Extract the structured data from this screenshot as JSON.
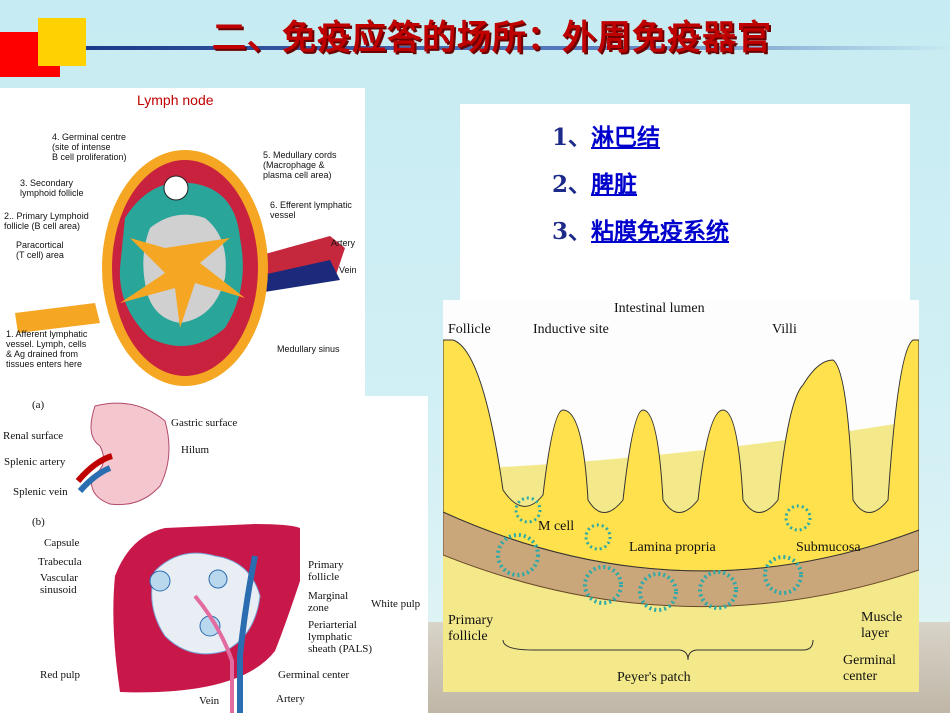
{
  "header": {
    "title": "二、免疫应答的场所：外周免疫器官",
    "title_color": "#c00000"
  },
  "organ_list": [
    {
      "num": "1、",
      "label": "淋巴结"
    },
    {
      "num": "2、",
      "label": "脾脏"
    },
    {
      "num": "3、",
      "label": "粘膜免疫系统"
    }
  ],
  "lymph_node": {
    "title": "Lymph node",
    "labels": {
      "germinal": "4. Germinal centre\n(site of intense\nB cell proliferation)",
      "secondary": "3. Secondary\nlymphoid follicle",
      "primary": "2.. Primary Lymphoid\nfollicle (B cell area)",
      "paracortical": "Paracortical\n(T cell) area",
      "afferent": "1. Afferent lymphatic\nvessel. Lymph, cells\n& Ag drained from\ntissues enters here",
      "medullary_cords": "5. Medullary cords\n(Macrophage &\nplasma cell area)",
      "efferent": "6. Efferent lymphatic\nvessel",
      "artery": "Artery",
      "vein": "Vein",
      "sinus": "Medullary sinus"
    }
  },
  "spleen": {
    "panel_a": "(a)",
    "panel_b": "(b)",
    "labels_a": {
      "gastric": "Gastric surface",
      "renal": "Renal surface",
      "hilum": "Hilum",
      "splenic_artery": "Splenic artery",
      "splenic_vein": "Splenic vein"
    },
    "labels_b": {
      "capsule": "Capsule",
      "trabecula": "Trabecula",
      "vascular_sinusoid": "Vascular\nsinusoid",
      "primary_follicle": "Primary\nfollicle",
      "marginal_zone": "Marginal\nzone",
      "pals": "Periarterial\nlymphatic\nsheath (PALS)",
      "white_pulp": "White pulp",
      "red_pulp": "Red pulp",
      "germinal_center": "Germinal center",
      "vein": "Vein",
      "artery": "Artery"
    }
  },
  "intestine": {
    "labels": {
      "lumen": "Intestinal lumen",
      "follicle": "Follicle",
      "inductive": "Inductive site",
      "villi": "Villi",
      "m_cell": "M cell",
      "lamina": "Lamina propria",
      "submucosa": "Submucosa",
      "primary_follicle": "Primary\nfollicle",
      "muscle": "Muscle\nlayer",
      "germinal": "Germinal\ncenter",
      "peyers": "Peyer's patch"
    }
  }
}
